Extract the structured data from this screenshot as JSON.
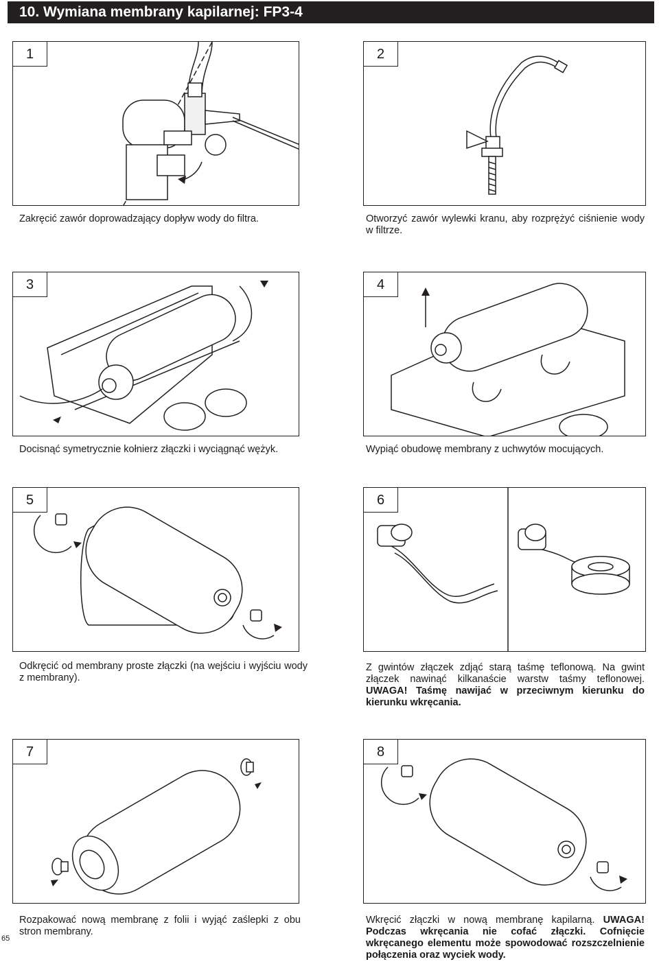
{
  "header": {
    "title": "10. Wymiana membrany kapilarnej: FP3-4"
  },
  "page_number": "65",
  "steps": [
    {
      "num": "1",
      "caption": "Zakręcić zawór doprowadzający dopływ wody do filtra."
    },
    {
      "num": "2",
      "caption": "Otworzyć zawór wylewki kranu, aby rozprężyć ciśnienie wody w filtrze."
    },
    {
      "num": "3",
      "caption": "Docisnąć symetrycznie kołnierz złączki i wyciągnąć wężyk."
    },
    {
      "num": "4",
      "caption": "Wypiąć obudowę membrany z uchwytów mocujących."
    },
    {
      "num": "5",
      "caption": "Odkręcić od membrany proste złączki (na wejściu i wyjściu wody z membrany)."
    },
    {
      "num": "6",
      "caption": "Z gwintów złączek zdjąć starą taśmę teflonową. Na gwint złączek nawinąć kilkanaście warstw taśmy teflonowej.",
      "warning": "UWAGA! Taśmę nawijać w przeciwnym kierunku do kierunku wkręcania."
    },
    {
      "num": "7",
      "caption": "Rozpakować nową membranę z folii i wyjąć zaślepki z obu stron membrany."
    },
    {
      "num": "8",
      "caption": "Wkręcić złączki w nową membranę kapilarną.",
      "warning": "UWAGA! Podczas wkręcania nie cofać złączki. Cofnięcie wkręcanego elementu może spowodować rozszczelnienie połączenia oraz wyciek wody."
    }
  ]
}
